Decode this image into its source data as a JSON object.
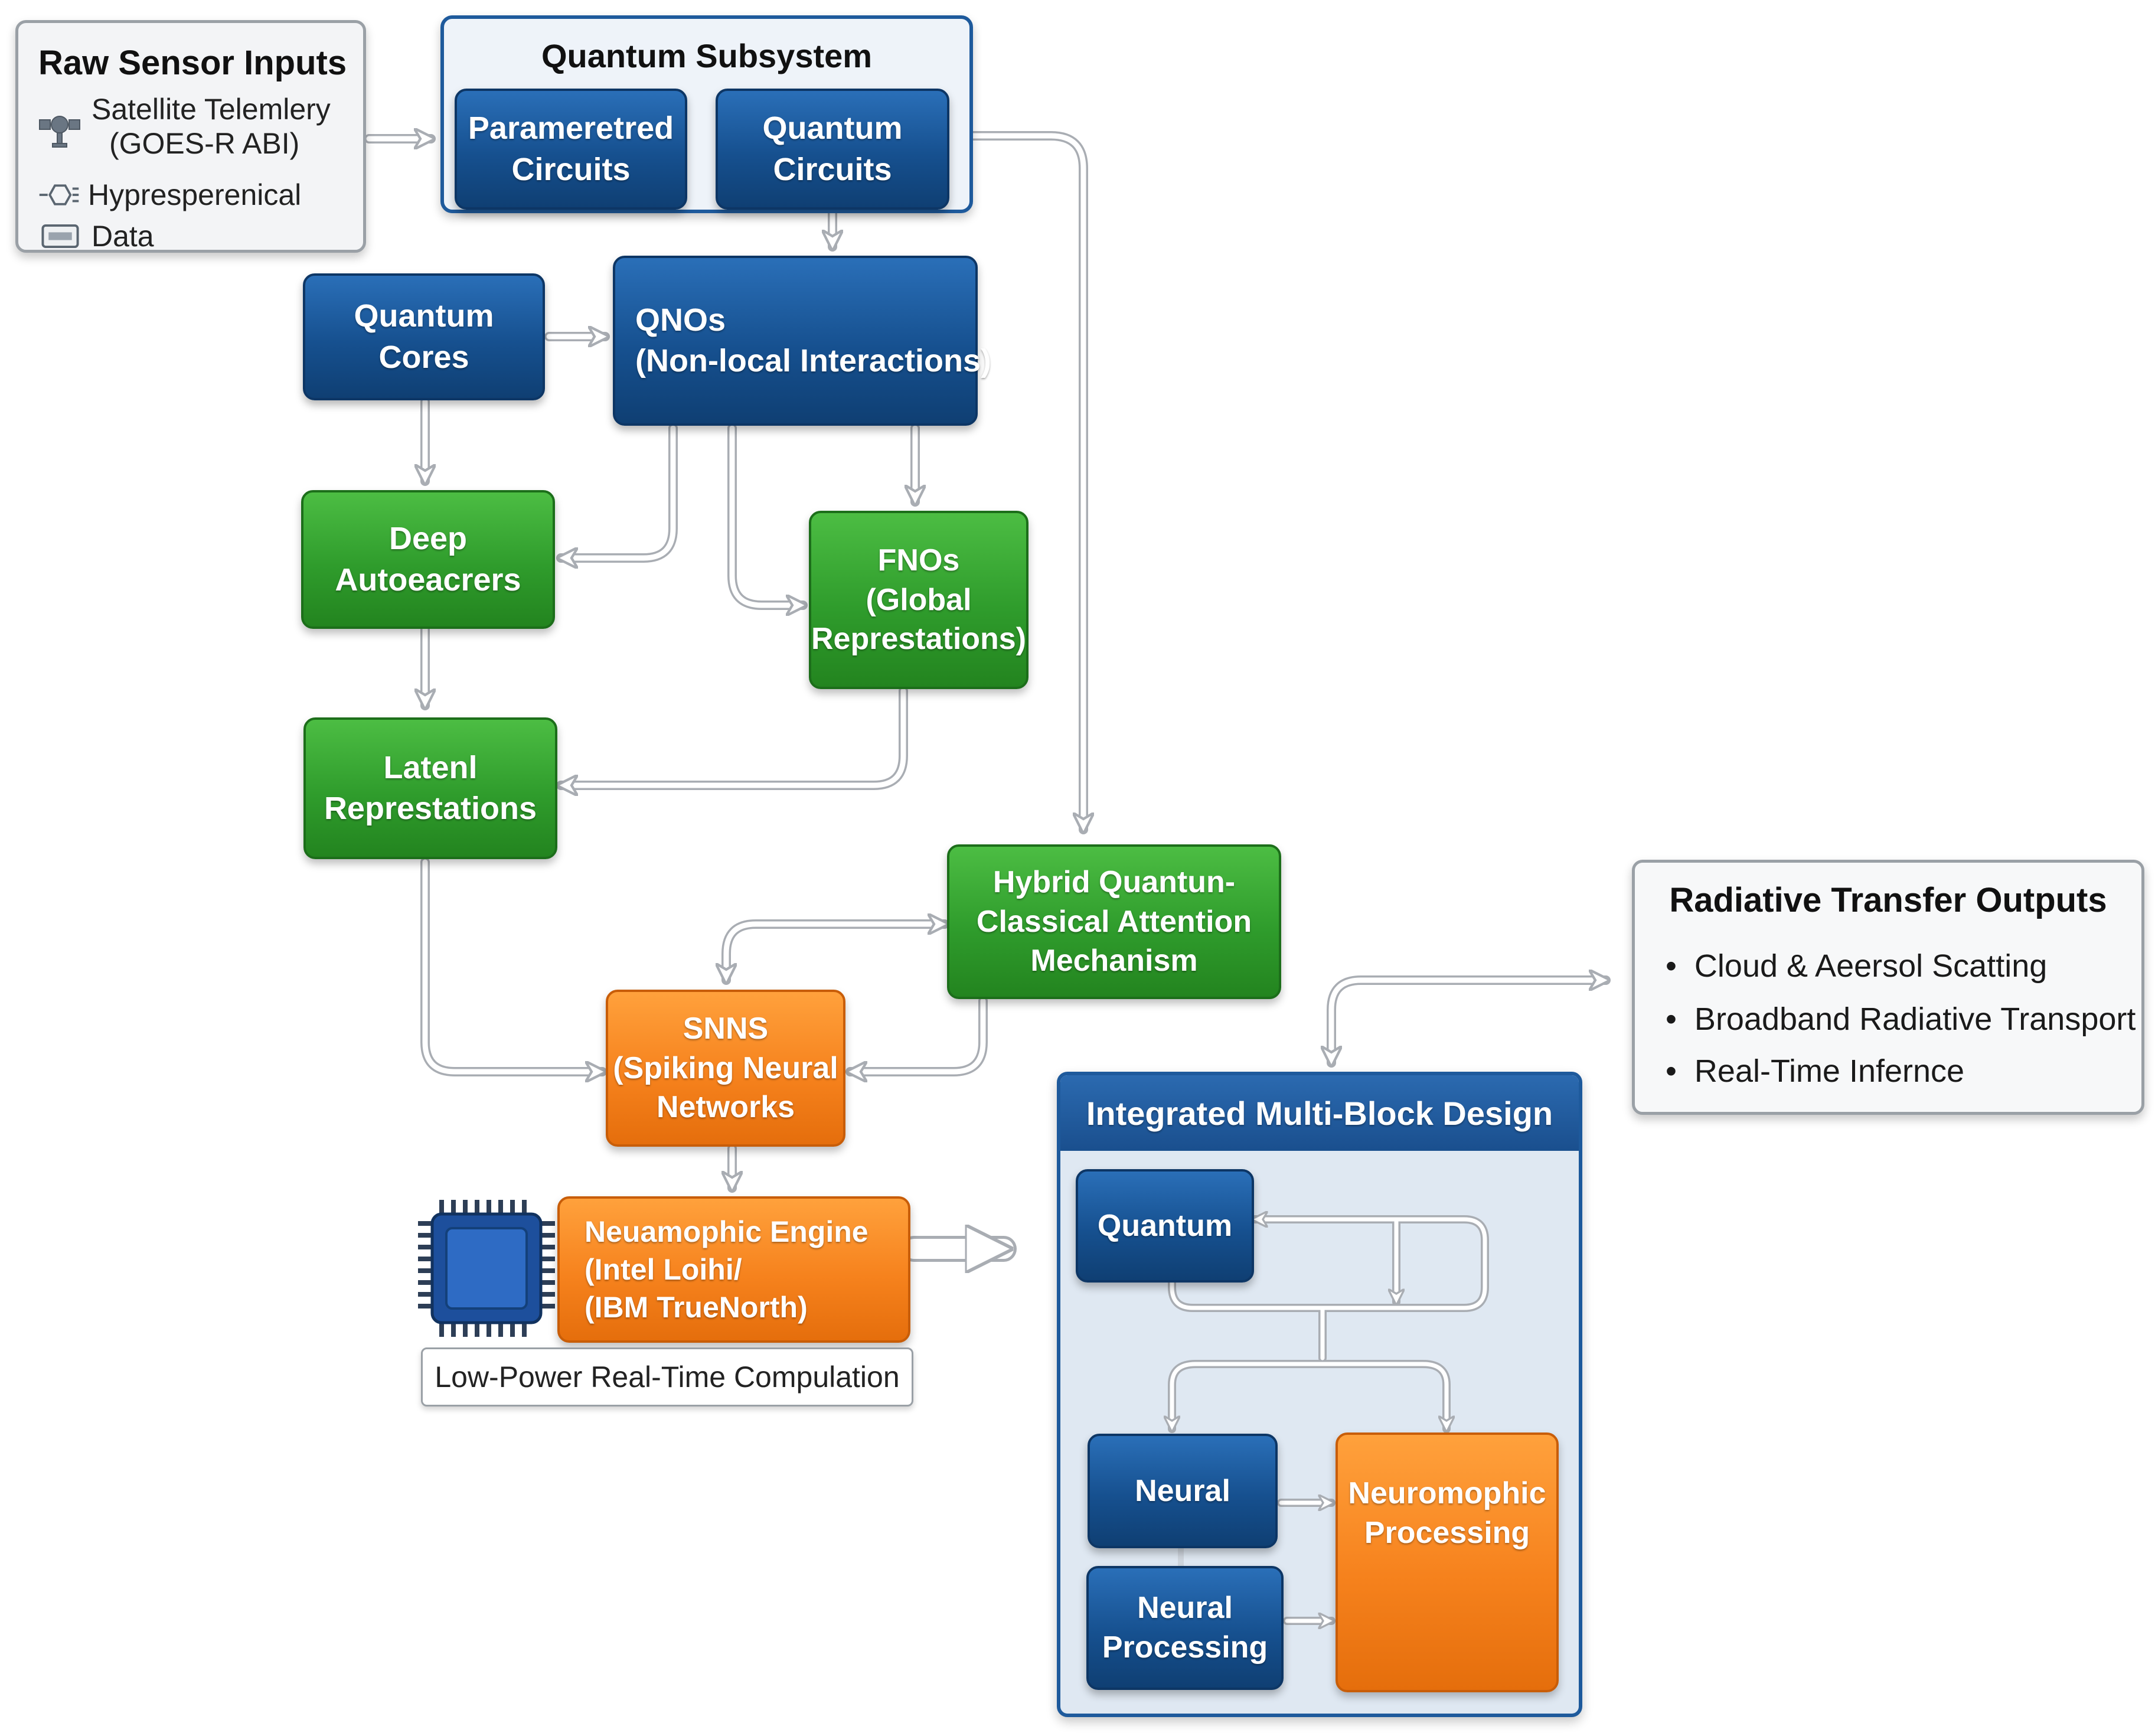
{
  "raw_inputs": {
    "title": "Raw Sensor Inputs",
    "items": [
      {
        "icon": "satellite-icon",
        "line1": "Satellite Telemlery",
        "line2": "(GOES-R ABI)"
      },
      {
        "icon": "sensor-icon",
        "line1": "Hypresperenical"
      },
      {
        "icon": "data-icon",
        "line1": "Data"
      }
    ]
  },
  "quantum_subsystem": {
    "title": "Quantum Subsystem",
    "parameterized": {
      "line1": "Parameretred",
      "line2": "Circuits"
    },
    "quantum_circuits": {
      "line1": "Quantum",
      "line2": "Circuits"
    }
  },
  "quantum_cores": {
    "line1": "Quantum",
    "line2": "Cores"
  },
  "qnos": {
    "line1": "QNOs",
    "line2": "(Non-local Interactions)"
  },
  "deep_autoencoders": {
    "line1": "Deep",
    "line2": "Autoeacrers"
  },
  "fnos": {
    "line1": "FNOs",
    "line2": "(Global",
    "line3": "Represtations)"
  },
  "latent": {
    "line1": "Latenl",
    "line2": "Represtations"
  },
  "hybrid_attention": {
    "line1": "Hybrid Quantun-",
    "line2": "Classical Attention",
    "line3": "Mechanism"
  },
  "snns": {
    "line1": "SNNS",
    "line2": "(Spiking Neural",
    "line3": "Networks"
  },
  "neuro_engine": {
    "line1": "Neuamophic Engine",
    "line2": "(Intel Loihi/",
    "line3": "(IBM TrueNorth)",
    "caption": "Low-Power Real-Time Compulation"
  },
  "radiative_outputs": {
    "title": "Radiative Transfer Outputs",
    "items": [
      "Cloud & Aeersol Scatting",
      "Broadband Radiative Transport",
      "Real-Time Infernce"
    ]
  },
  "integrated": {
    "title": "Integrated Multi-Block Design",
    "quantum": "Quantum",
    "neural": "Neural",
    "neural_processing": {
      "line1": "Neural",
      "line2": "Processing"
    },
    "neuromorphic": {
      "line1": "Neuromophic",
      "line2": "Processing"
    }
  },
  "colors": {
    "quantum_blue": "#16508f",
    "classical_green": "#2f9c2c",
    "neuromorphic_orange": "#f6821d",
    "panel_gray": "#f3f4f6",
    "integrated_bg": "#dfe8f2",
    "header_blue": "#1e5a9c"
  }
}
